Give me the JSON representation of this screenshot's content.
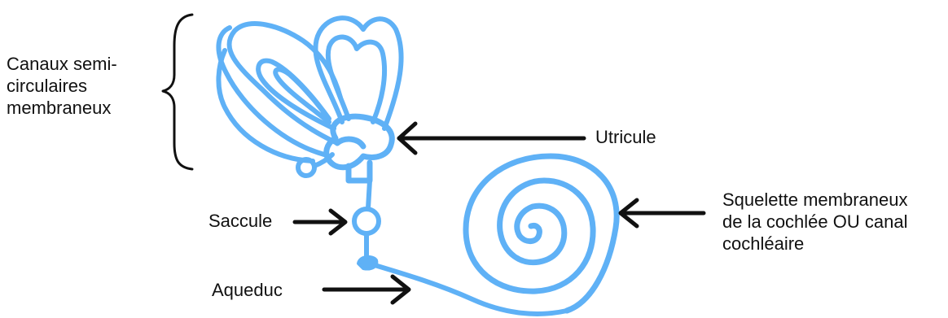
{
  "colors": {
    "structure": "#5fb1f6",
    "ink": "#111111",
    "background": "#ffffff"
  },
  "labels": {
    "canaux": [
      "Canaux semi-",
      "circulaires",
      "membraneux"
    ],
    "utricule": "Utricule",
    "saccule": "Saccule",
    "aqueduc": "Aqueduc",
    "cochlee": [
      "Squelette membraneux",
      "de la cochlée OU canal",
      "cochléaire"
    ]
  }
}
